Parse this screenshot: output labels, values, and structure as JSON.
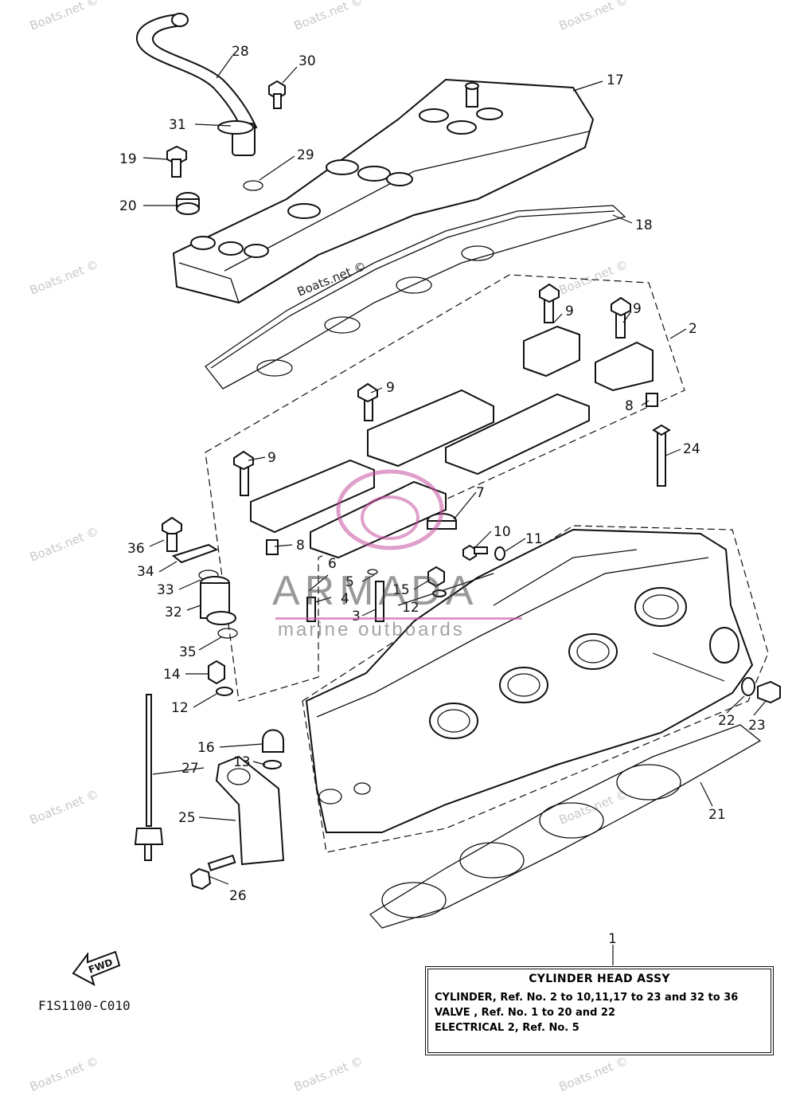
{
  "watermarks": {
    "site": "Boats.net ©"
  },
  "callouts": {
    "n1": "1",
    "n2": "2",
    "n3": "3",
    "n4": "4",
    "n5": "5",
    "n6": "6",
    "n7": "7",
    "n8a": "8",
    "n8b": "8",
    "n9a": "9",
    "n9b": "9",
    "n9c": "9",
    "n9d": "9",
    "n10": "10",
    "n11": "11",
    "n12a": "12",
    "n12b": "12",
    "n13": "13",
    "n14": "14",
    "n15": "15",
    "n16": "16",
    "n17": "17",
    "n18": "18",
    "n19": "19",
    "n20": "20",
    "n21": "21",
    "n22": "22",
    "n23": "23",
    "n24": "24",
    "n25": "25",
    "n26": "26",
    "n27": "27",
    "n28": "28",
    "n29": "29",
    "n30": "30",
    "n31": "31",
    "n32": "32",
    "n33": "33",
    "n34": "34",
    "n35": "35",
    "n36": "36"
  },
  "overlay": {
    "brand": "ARMADA",
    "tagline": "marine outboards",
    "brand_color": "#c84fa0"
  },
  "fwd_label": "FWD",
  "diagram_code": "F1S1100-C010",
  "legend": {
    "title": "CYLINDER HEAD ASSY",
    "lines": [
      "CYLINDER, Ref. No. 2 to 10,11,17 to 23 and 32 to 36",
      "VALVE , Ref. No. 1 to 20 and 22",
      "ELECTRICAL 2, Ref. No. 5"
    ]
  }
}
